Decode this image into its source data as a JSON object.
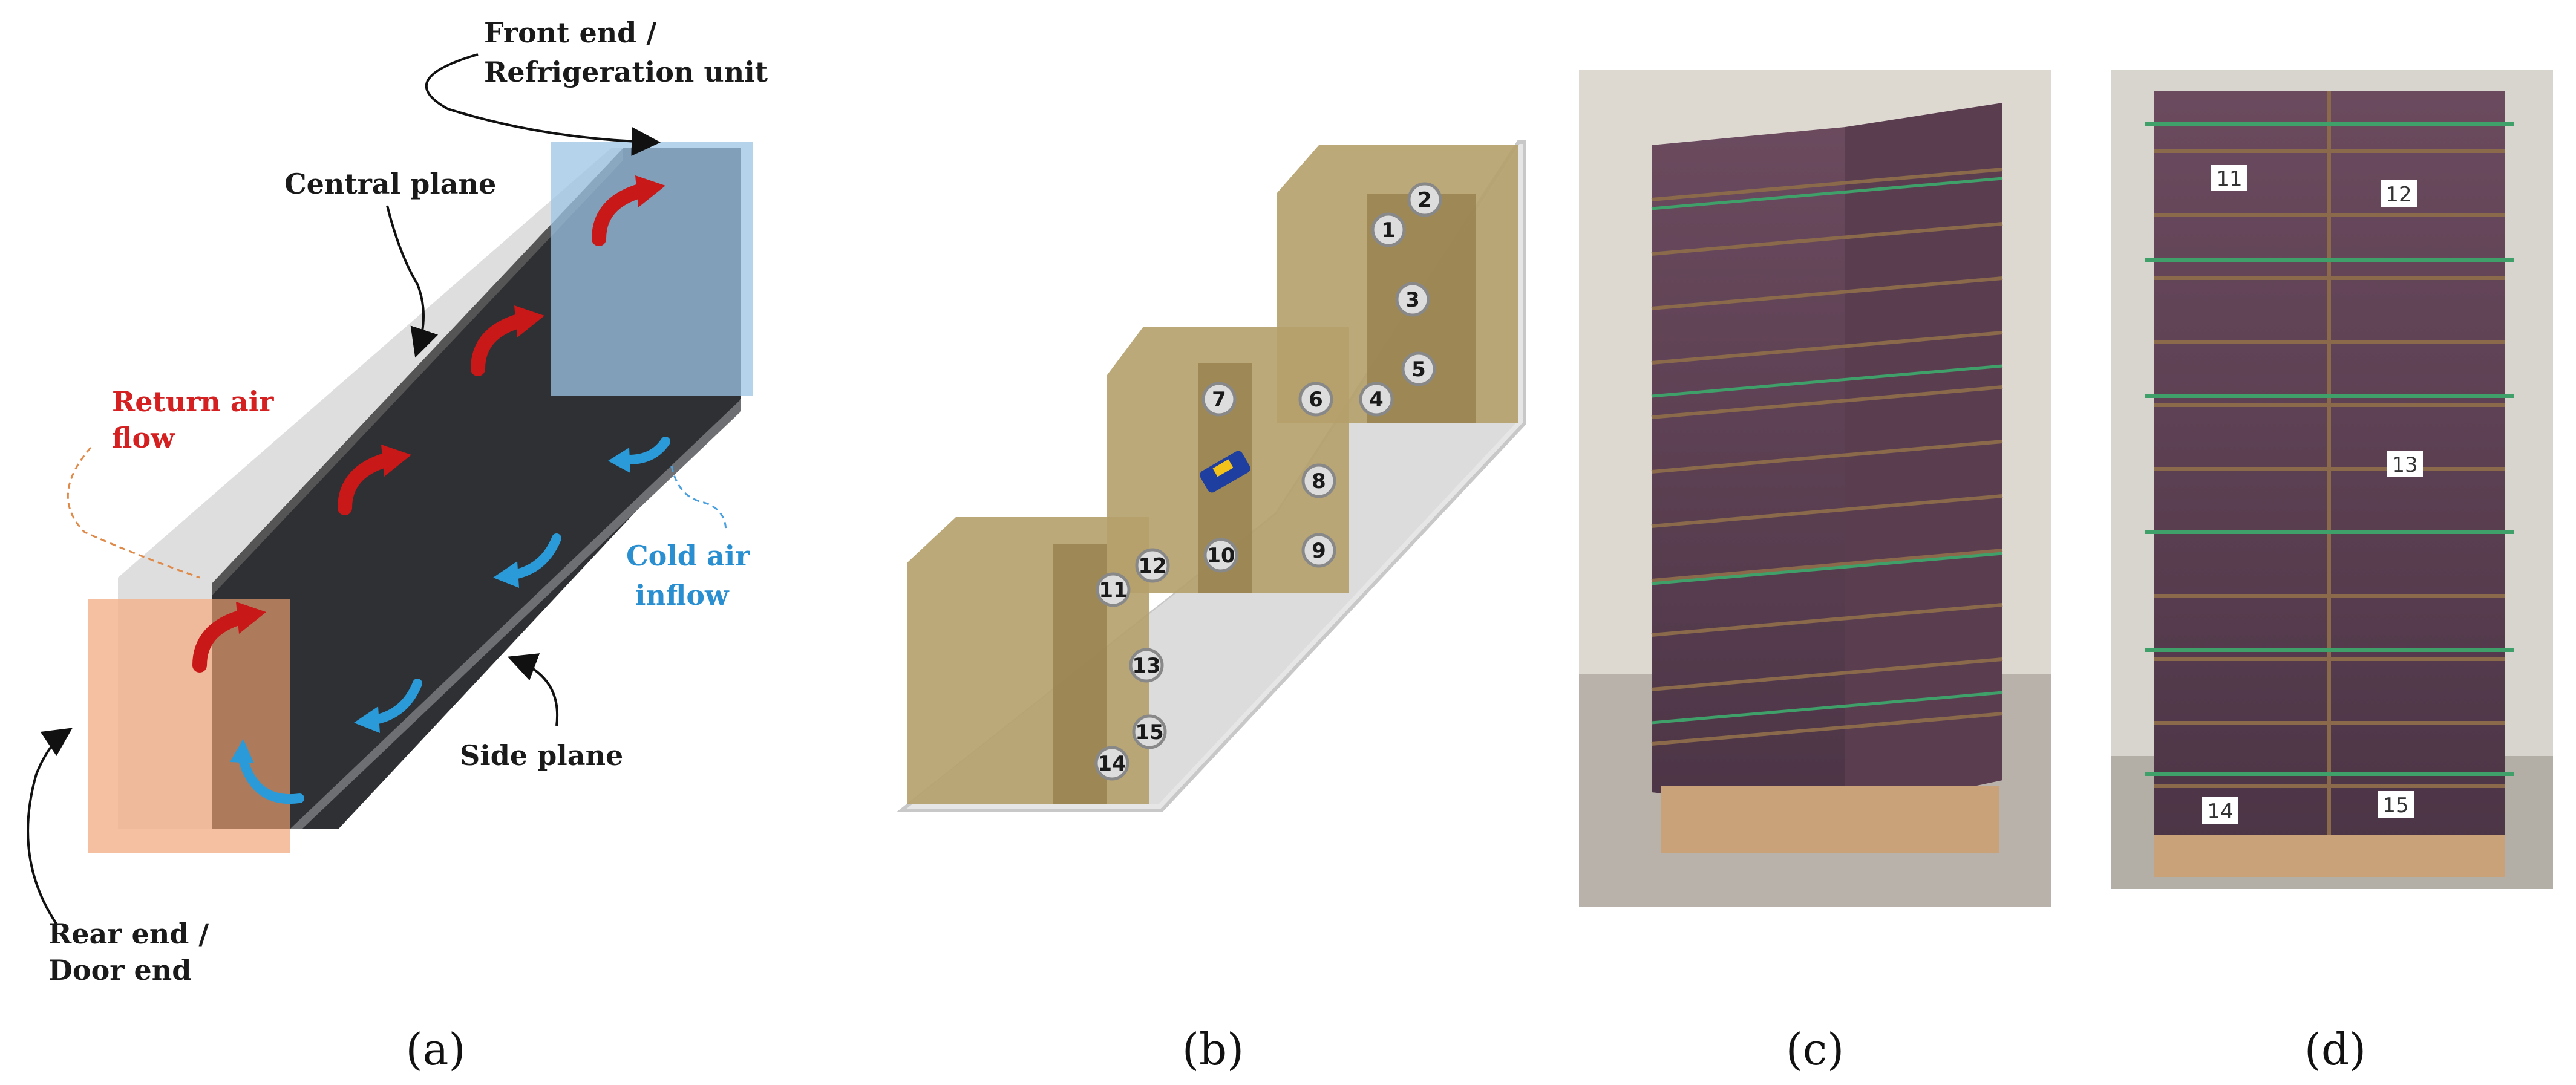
{
  "panel_a": {
    "front_label_1": "Front end /",
    "front_label_2": "Refrigeration unit",
    "central_plane": "Central plane",
    "return_air_1": "Return air",
    "return_air_2": "flow",
    "cold_air_1": "Cold air",
    "cold_air_2": "inflow",
    "side_plane": "Side plane",
    "rear_label_1": "Rear end /",
    "rear_label_2": "Door end",
    "caption": "(a)"
  },
  "panel_b": {
    "caption": "(b)",
    "sensors": [
      "1",
      "2",
      "3",
      "4",
      "5",
      "6",
      "7",
      "8",
      "9",
      "10",
      "11",
      "12",
      "13",
      "14",
      "15"
    ]
  },
  "panel_c": {
    "caption": "(c)"
  },
  "panel_d": {
    "caption": "(d)",
    "tags": [
      "11",
      "12",
      "13",
      "14",
      "15"
    ]
  },
  "colors": {
    "return_air": "#d42020",
    "cold_air": "#2a8fd0",
    "front_box": "#9ec4e6",
    "rear_box": "#f3b08a",
    "pallet": "#b5a06a"
  }
}
